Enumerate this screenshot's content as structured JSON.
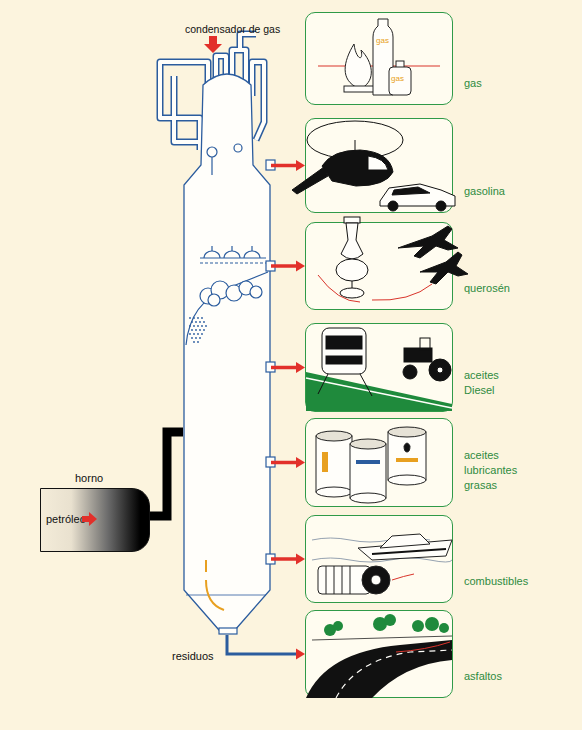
{
  "diagram": {
    "nodes": [
      {
        "text": [
          "condensador de gas"
        ]
      },
      {
        "text": [
          "gas"
        ]
      },
      {
        "text": [
          "gasolina"
        ]
      },
      {
        "text": [
          "querosén"
        ]
      },
      {
        "text": [
          "aceites Diesel"
        ]
      },
      {
        "text": [
          "aceites lubricantes grasas"
        ]
      },
      {
        "text": [
          "horno",
          "petróleo"
        ]
      },
      {
        "text": [
          "combustibles"
        ]
      },
      {
        "text": [
          "asfaltos"
        ]
      }
    ],
    "edges": [
      {
        "from": 0,
        "to": 2,
        "arrow": "to"
      },
      {
        "from": 0,
        "to": 3,
        "arrow": "to"
      },
      {
        "from": 0,
        "to": 4,
        "arrow": "to"
      },
      {
        "from": 0,
        "to": 5,
        "arrow": "to"
      },
      {
        "from": 6,
        "to": 0,
        "arrow": "none"
      },
      {
        "from": 0,
        "to": 7,
        "arrow": "to"
      },
      {
        "from": 0,
        "to": 8,
        "arrow": "to"
      }
    ],
    "labels": [
      "gas",
      "gas",
      "residuos"
    ]
  }
}
